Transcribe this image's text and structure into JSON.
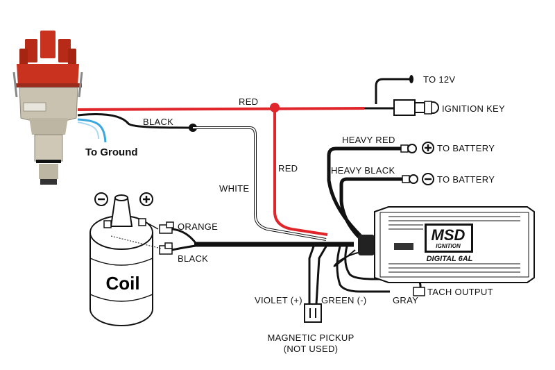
{
  "colors": {
    "red_wire": "#e0252b",
    "black_wire": "#111111",
    "blue_wire": "#3aa7de",
    "distributor_cap": "#c8321f",
    "distributor_body": "#c9c2b0"
  },
  "labels": {
    "red_top": "RED",
    "red_vertical": "RED",
    "black_distributor": "BLACK",
    "to_ground": "To Ground",
    "white": "WHITE",
    "to_12v": "TO 12V",
    "ignition_key": "IGNITION KEY",
    "heavy_red": "HEAVY RED",
    "heavy_black": "HEAVY BLACK",
    "to_battery_pos": "TO BATTERY",
    "to_battery_neg": "TO BATTERY",
    "orange": "ORANGE",
    "black_coil": "BLACK",
    "coil": "Coil",
    "violet": "VIOLET (+)",
    "green": "GREEN (-)",
    "gray": "GRAY",
    "tach_output": "TACH OUTPUT",
    "magnetic_pickup_1": "MAGNETIC PICKUP",
    "magnetic_pickup_2": "(NOT USED)"
  },
  "msd_box": {
    "brand": "MSD",
    "sub": "IGNITION",
    "model": "DIGITAL 6AL"
  },
  "icons": {
    "plus": "plus-icon",
    "minus": "minus-icon"
  }
}
